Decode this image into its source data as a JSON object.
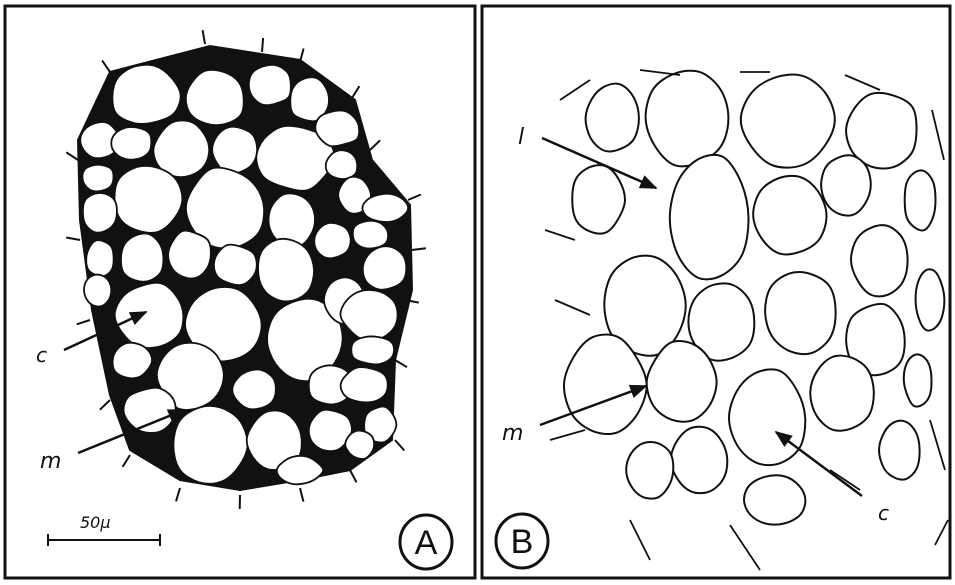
{
  "panel_a": {
    "badge": "A",
    "label_c": "c",
    "label_m": "m",
    "scale_text": "50µ"
  },
  "panel_b": {
    "badge": "B",
    "label_l": "l",
    "label_m": "m",
    "label_c": "c"
  },
  "colors": {
    "ink": "#111111",
    "paper": "#ffffff"
  }
}
